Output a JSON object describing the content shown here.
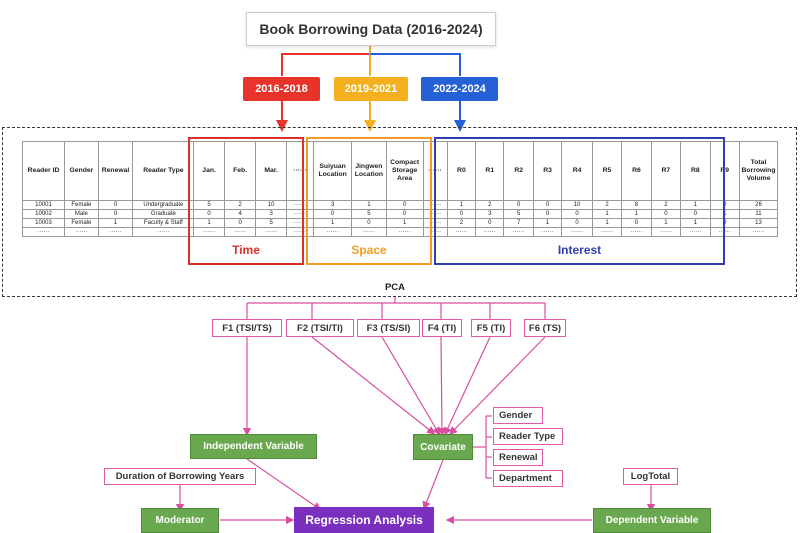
{
  "title": "Book Borrowing Data (2016-2024)",
  "periods": [
    {
      "label": "2016-2018",
      "color": "#e8332a"
    },
    {
      "label": "2019-2021",
      "color": "#f5b01f"
    },
    {
      "label": "2022-2024",
      "color": "#2560d6"
    }
  ],
  "table": {
    "headers": [
      "Reader ID",
      "Gender",
      "Renewal",
      "Reader Type",
      "Jan.",
      "Feb.",
      "Mar.",
      "······",
      "Suiyuan Location",
      "Jingwen Location",
      "Compact Storage Area",
      "······",
      "R0",
      "R1",
      "R2",
      "R3",
      "R4",
      "R5",
      "R6",
      "R7",
      "R8",
      "R9",
      "Total Borrowing Volume"
    ],
    "rows": [
      [
        "10001",
        "Female",
        "0",
        "Undergraduate",
        "5",
        "2",
        "10",
        "······",
        "3",
        "1",
        "0",
        "······",
        "1",
        "2",
        "0",
        "0",
        "10",
        "2",
        "8",
        "2",
        "1",
        "0",
        "26"
      ],
      [
        "10002",
        "Male",
        "0",
        "Graduate",
        "0",
        "4",
        "3",
        "······",
        "0",
        "5",
        "0",
        "······",
        "0",
        "3",
        "5",
        "0",
        "0",
        "1",
        "1",
        "0",
        "0",
        "1",
        "11"
      ],
      [
        "10003",
        "Female",
        "1",
        "Faculty & Staff",
        "1",
        "0",
        "5",
        "······",
        "1",
        "0",
        "1",
        "······",
        "2",
        "0",
        "7",
        "1",
        "0",
        "1",
        "0",
        "1",
        "1",
        "0",
        "13"
      ],
      [
        "······",
        "······",
        "······",
        "······",
        "······",
        "······",
        "······",
        "······",
        "······",
        "······",
        "······",
        "······",
        "······",
        "······",
        "······",
        "······",
        "······",
        "······",
        "······",
        "······",
        "······",
        "······",
        "······"
      ]
    ]
  },
  "groups": {
    "time": {
      "label": "Time",
      "color": "#d9302a"
    },
    "space": {
      "label": "Space",
      "color": "#f29b26"
    },
    "interest": {
      "label": "Interest",
      "color": "#2f3fb0"
    }
  },
  "pca_label": "PCA",
  "factors": [
    "F1 (TSI/TS)",
    "F2 (TSI/TI)",
    "F3 (TS/SI)",
    "F4 (TI)",
    "F5 (TI)",
    "F6 (TS)"
  ],
  "independent_variable": "Independent Variable",
  "covariate": "Covariate",
  "covariate_items": [
    "Gender",
    "Reader Type",
    "Renewal",
    "Department"
  ],
  "duration": "Duration of Borrowing Years",
  "moderator": "Moderator",
  "regression": "Regression Analysis",
  "logtotal": "LogTotal",
  "dependent_variable": "Dependent Variable",
  "colors": {
    "pink": "#e05aa8",
    "green": "#6aa84f",
    "purple": "#7b2fbf",
    "connector": "#d94ea0"
  }
}
